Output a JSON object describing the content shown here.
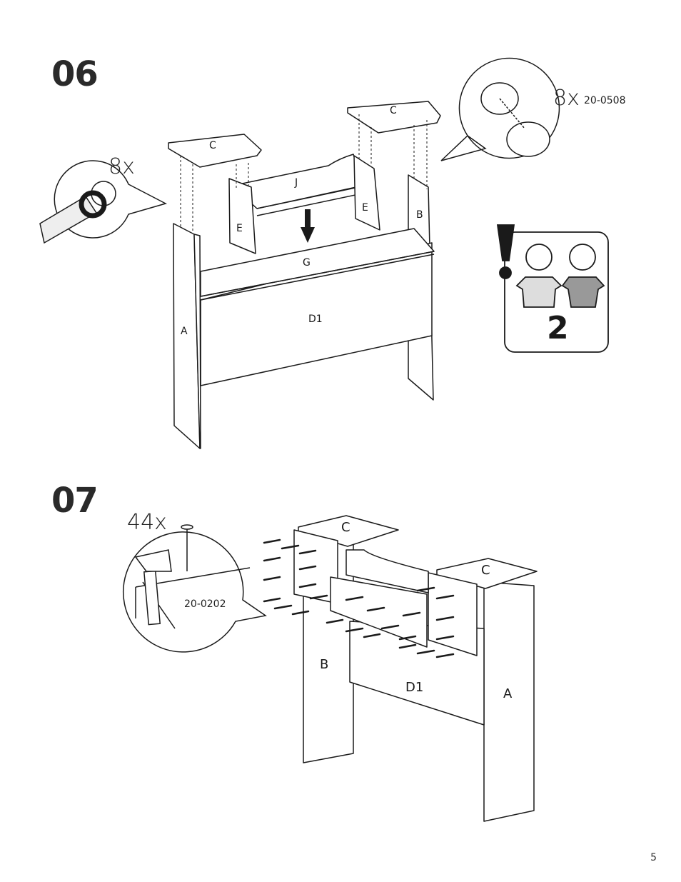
{
  "step6": {
    "number": "06",
    "screw_qty": "8x",
    "cam_qty": "8x",
    "cam_code": "20-0508",
    "people": "2",
    "parts": {
      "a": "A",
      "b": "B",
      "c_left": "C",
      "c_right": "C",
      "d1": "D1",
      "e_left": "E",
      "e_right": "E",
      "g": "G",
      "j": "J"
    }
  },
  "step7": {
    "number": "07",
    "nail_qty": "44x",
    "nail_code": "20-0202",
    "parts": {
      "c_left": "C",
      "c_right": "C",
      "b": "B",
      "d1": "D1",
      "a": "A"
    }
  },
  "page_number": "5"
}
